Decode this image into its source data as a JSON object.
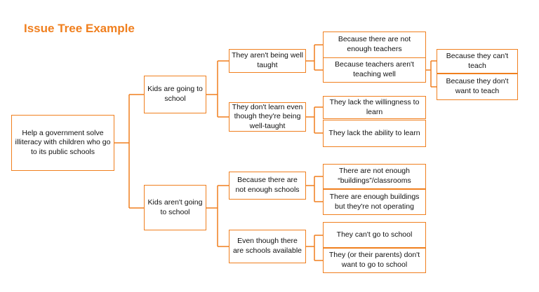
{
  "title": "Issue Tree Example",
  "colors": {
    "accent": "#F07F1E",
    "text": "#111111",
    "background": "#FFFFFF"
  },
  "tree": {
    "root": "Help a government solve illiteracy with children who go to its public schools",
    "going": {
      "label": "Kids are going to school",
      "not_taught": {
        "label": "They aren't being well taught",
        "not_enough_teachers": "Because there are not enough teachers",
        "teachers_not_teaching": {
          "label": "Because teachers aren't teaching well",
          "cant_teach": "Because they can't teach",
          "dont_want": "Because they don't want to teach"
        }
      },
      "dont_learn": {
        "label": "They don't learn even though they're being well-taught",
        "lack_willingness": "They lack the willingness to learn",
        "lack_ability": "They lack the ability to learn"
      }
    },
    "not_going": {
      "label": "Kids aren't going to school",
      "not_enough_schools": {
        "label": "Because there are not enough schools",
        "not_enough_buildings": "There are not enough “buildings”/classrooms",
        "not_operating": "There are enough buildings but they're not operating"
      },
      "schools_available": {
        "label": "Even though there are schools available",
        "cant_go": "They can't go to school",
        "dont_want": "They (or their parents) don't want to go to school"
      }
    }
  }
}
